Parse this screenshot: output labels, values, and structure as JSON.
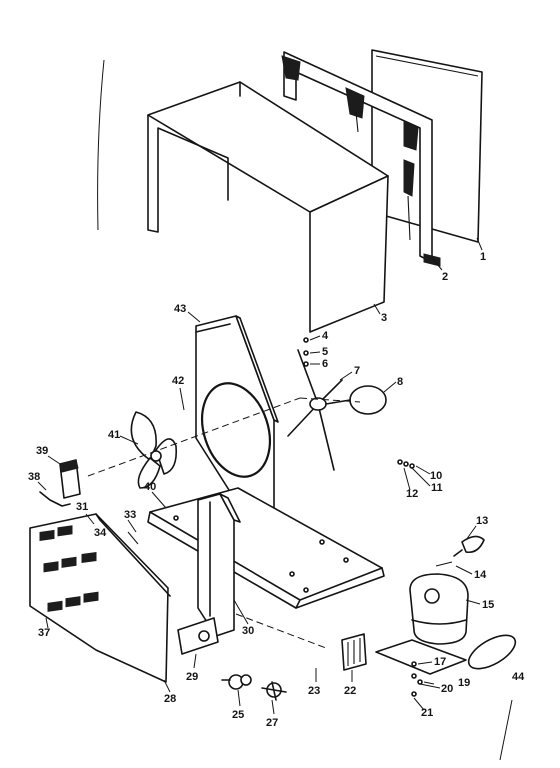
{
  "diagram": {
    "callouts": {
      "p1": "1",
      "p2": "2",
      "p3": "3",
      "p4": "4",
      "p5": "5",
      "p6": "6",
      "p7": "7",
      "p8": "8",
      "p10": "10",
      "p11": "11",
      "p12": "12",
      "p13": "13",
      "p14": "14",
      "p15": "15",
      "p17": "17",
      "p19": "19",
      "p20": "20",
      "p21": "21",
      "p22": "22",
      "p23": "23",
      "p25": "25",
      "p27": "27",
      "p28": "28",
      "p29": "29",
      "p30": "30",
      "p31": "31",
      "p33": "33",
      "p34": "34",
      "p37": "37",
      "p38": "38",
      "p39": "39",
      "p40": "40",
      "p41": "41",
      "p42": "42",
      "p43": "43",
      "p44": "44"
    }
  }
}
